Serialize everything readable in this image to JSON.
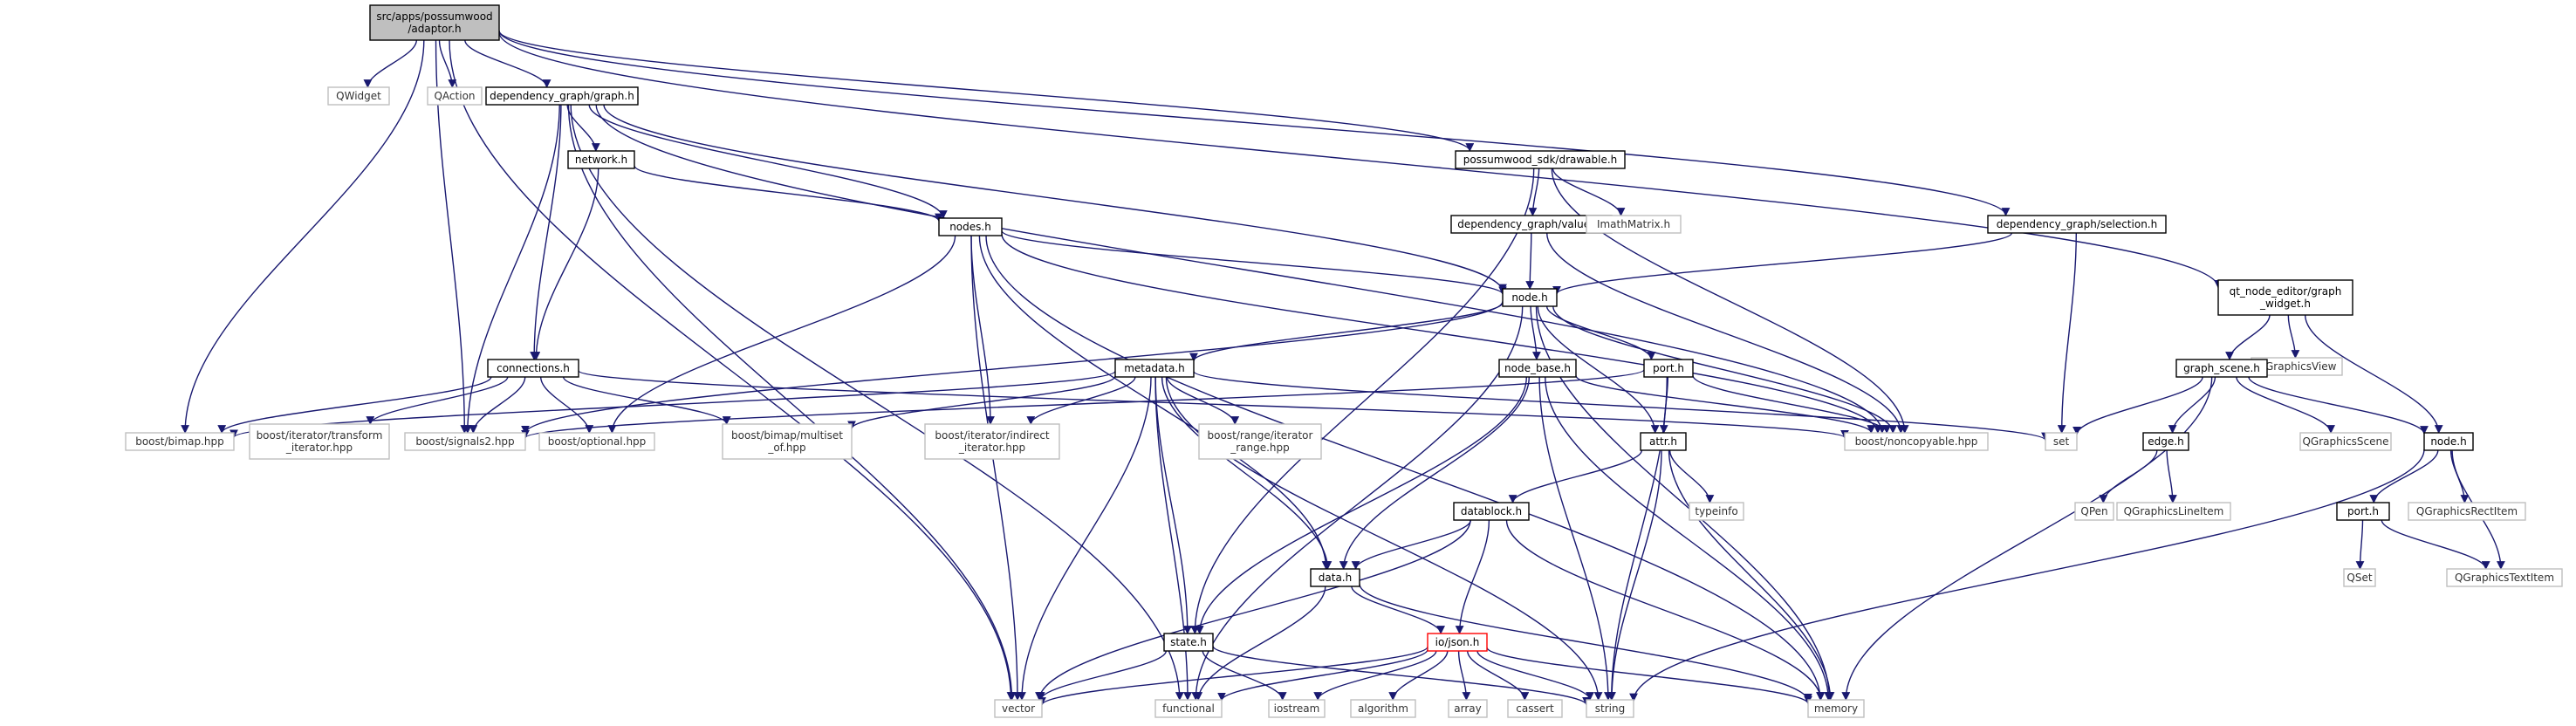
{
  "nodes": [
    {
      "id": "adaptor",
      "lines": [
        "src/apps/possumwood",
        "/adaptor.h"
      ],
      "style": "root"
    },
    {
      "id": "qwidget",
      "lines": [
        "QWidget"
      ],
      "style": "ext"
    },
    {
      "id": "qaction",
      "lines": [
        "QAction"
      ],
      "style": "ext"
    },
    {
      "id": "graph",
      "lines": [
        "dependency_graph/graph.h"
      ],
      "style": "file"
    },
    {
      "id": "drawable",
      "lines": [
        "possumwood_sdk/drawable.h"
      ],
      "style": "file"
    },
    {
      "id": "network",
      "lines": [
        "network.h"
      ],
      "style": "file"
    },
    {
      "id": "values",
      "lines": [
        "dependency_graph/values.h"
      ],
      "style": "file"
    },
    {
      "id": "imath",
      "lines": [
        "ImathMatrix.h"
      ],
      "style": "ext"
    },
    {
      "id": "selection",
      "lines": [
        "dependency_graph/selection.h"
      ],
      "style": "file"
    },
    {
      "id": "nodes",
      "lines": [
        "nodes.h"
      ],
      "style": "file"
    },
    {
      "id": "node",
      "lines": [
        "node.h"
      ],
      "style": "file"
    },
    {
      "id": "qtgraphwidget",
      "lines": [
        "qt_node_editor/graph",
        "_widget.h"
      ],
      "style": "file"
    },
    {
      "id": "connections",
      "lines": [
        "connections.h"
      ],
      "style": "file"
    },
    {
      "id": "metadata",
      "lines": [
        "metadata.h"
      ],
      "style": "file"
    },
    {
      "id": "nodebase",
      "lines": [
        "node_base.h"
      ],
      "style": "file"
    },
    {
      "id": "port",
      "lines": [
        "port.h"
      ],
      "style": "file"
    },
    {
      "id": "qgraphicsview",
      "lines": [
        "QGraphicsView"
      ],
      "style": "ext"
    },
    {
      "id": "graphscene",
      "lines": [
        "graph_scene.h"
      ],
      "style": "file"
    },
    {
      "id": "bimap",
      "lines": [
        "boost/bimap.hpp"
      ],
      "style": "ext"
    },
    {
      "id": "transformit",
      "lines": [
        "boost/iterator/transform",
        "_iterator.hpp"
      ],
      "style": "ext"
    },
    {
      "id": "signals2",
      "lines": [
        "boost/signals2.hpp"
      ],
      "style": "ext"
    },
    {
      "id": "optional",
      "lines": [
        "boost/optional.hpp"
      ],
      "style": "ext"
    },
    {
      "id": "multiset",
      "lines": [
        "boost/bimap/multiset",
        "_of.hpp"
      ],
      "style": "ext"
    },
    {
      "id": "indirectit",
      "lines": [
        "boost/iterator/indirect",
        "_iterator.hpp"
      ],
      "style": "ext"
    },
    {
      "id": "iterrange",
      "lines": [
        "boost/range/iterator",
        "_range.hpp"
      ],
      "style": "ext"
    },
    {
      "id": "noncopyable",
      "lines": [
        "boost/noncopyable.hpp"
      ],
      "style": "ext"
    },
    {
      "id": "set",
      "lines": [
        "set"
      ],
      "style": "ext"
    },
    {
      "id": "attr",
      "lines": [
        "attr.h"
      ],
      "style": "file"
    },
    {
      "id": "edge",
      "lines": [
        "edge.h"
      ],
      "style": "file"
    },
    {
      "id": "qgraphicsscene",
      "lines": [
        "QGraphicsScene"
      ],
      "style": "ext"
    },
    {
      "id": "node2",
      "lines": [
        "node.h"
      ],
      "style": "file"
    },
    {
      "id": "qpen",
      "lines": [
        "QPen"
      ],
      "style": "ext"
    },
    {
      "id": "qlineitem",
      "lines": [
        "QGraphicsLineItem"
      ],
      "style": "ext"
    },
    {
      "id": "typeinfo",
      "lines": [
        "typeinfo"
      ],
      "style": "ext"
    },
    {
      "id": "datablock",
      "lines": [
        "datablock.h"
      ],
      "style": "file"
    },
    {
      "id": "qrectitem",
      "lines": [
        "QGraphicsRectItem"
      ],
      "style": "ext"
    },
    {
      "id": "port2",
      "lines": [
        "port.h"
      ],
      "style": "file"
    },
    {
      "id": "data",
      "lines": [
        "data.h"
      ],
      "style": "file"
    },
    {
      "id": "qset",
      "lines": [
        "QSet"
      ],
      "style": "ext"
    },
    {
      "id": "qtextitem",
      "lines": [
        "QGraphicsTextItem"
      ],
      "style": "ext"
    },
    {
      "id": "state",
      "lines": [
        "state.h"
      ],
      "style": "file"
    },
    {
      "id": "json",
      "lines": [
        "io/json.h"
      ],
      "style": "truncated"
    },
    {
      "id": "vector",
      "lines": [
        "vector"
      ],
      "style": "ext"
    },
    {
      "id": "functional",
      "lines": [
        "functional"
      ],
      "style": "ext"
    },
    {
      "id": "iostream",
      "lines": [
        "iostream"
      ],
      "style": "ext"
    },
    {
      "id": "algorithm",
      "lines": [
        "algorithm"
      ],
      "style": "ext"
    },
    {
      "id": "array",
      "lines": [
        "array"
      ],
      "style": "ext"
    },
    {
      "id": "cassert",
      "lines": [
        "cassert"
      ],
      "style": "ext"
    },
    {
      "id": "string",
      "lines": [
        "string"
      ],
      "style": "ext"
    },
    {
      "id": "memory",
      "lines": [
        "memory"
      ],
      "style": "ext"
    }
  ],
  "edges": [
    [
      "adaptor",
      "qwidget"
    ],
    [
      "adaptor",
      "qaction"
    ],
    [
      "adaptor",
      "graph"
    ],
    [
      "adaptor",
      "drawable"
    ],
    [
      "adaptor",
      "selection"
    ],
    [
      "adaptor",
      "qtgraphwidget"
    ],
    [
      "adaptor",
      "bimap"
    ],
    [
      "adaptor",
      "signals2"
    ],
    [
      "adaptor",
      "vector"
    ],
    [
      "graph",
      "network"
    ],
    [
      "graph",
      "nodes"
    ],
    [
      "graph",
      "node"
    ],
    [
      "graph",
      "connections"
    ],
    [
      "graph",
      "signals2"
    ],
    [
      "graph",
      "noncopyable"
    ],
    [
      "graph",
      "vector"
    ],
    [
      "graph",
      "functional"
    ],
    [
      "drawable",
      "values"
    ],
    [
      "drawable",
      "imath"
    ],
    [
      "drawable",
      "noncopyable"
    ],
    [
      "drawable",
      "state"
    ],
    [
      "network",
      "nodes"
    ],
    [
      "network",
      "connections"
    ],
    [
      "values",
      "node"
    ],
    [
      "values",
      "noncopyable"
    ],
    [
      "selection",
      "node"
    ],
    [
      "selection",
      "set"
    ],
    [
      "nodes",
      "node"
    ],
    [
      "nodes",
      "indirectit"
    ],
    [
      "nodes",
      "optional"
    ],
    [
      "nodes",
      "vector"
    ],
    [
      "nodes",
      "data"
    ],
    [
      "nodes",
      "noncopyable"
    ],
    [
      "nodes",
      "memory"
    ],
    [
      "node",
      "metadata"
    ],
    [
      "node",
      "nodebase"
    ],
    [
      "node",
      "port"
    ],
    [
      "node",
      "attr"
    ],
    [
      "node",
      "noncopyable"
    ],
    [
      "node",
      "memory"
    ],
    [
      "node",
      "functional"
    ],
    [
      "node",
      "signals2"
    ],
    [
      "qtgraphwidget",
      "qgraphicsview"
    ],
    [
      "qtgraphwidget",
      "graphscene"
    ],
    [
      "qtgraphwidget",
      "node2"
    ],
    [
      "connections",
      "bimap"
    ],
    [
      "connections",
      "transformit"
    ],
    [
      "connections",
      "signals2"
    ],
    [
      "connections",
      "optional"
    ],
    [
      "connections",
      "multiset"
    ],
    [
      "connections",
      "noncopyable"
    ],
    [
      "metadata",
      "bimap"
    ],
    [
      "metadata",
      "multiset"
    ],
    [
      "metadata",
      "indirectit"
    ],
    [
      "metadata",
      "iterrange"
    ],
    [
      "metadata",
      "data"
    ],
    [
      "metadata",
      "state"
    ],
    [
      "metadata",
      "vector"
    ],
    [
      "metadata",
      "functional"
    ],
    [
      "metadata",
      "string"
    ],
    [
      "metadata",
      "set"
    ],
    [
      "nodebase",
      "noncopyable"
    ],
    [
      "nodebase",
      "state"
    ],
    [
      "nodebase",
      "data"
    ],
    [
      "nodebase",
      "string"
    ],
    [
      "nodebase",
      "memory"
    ],
    [
      "port",
      "attr"
    ],
    [
      "port",
      "noncopyable"
    ],
    [
      "port",
      "signals2"
    ],
    [
      "port",
      "string"
    ],
    [
      "graphscene",
      "set"
    ],
    [
      "graphscene",
      "edge"
    ],
    [
      "graphscene",
      "qgraphicsscene"
    ],
    [
      "graphscene",
      "node2"
    ],
    [
      "graphscene",
      "memory"
    ],
    [
      "attr",
      "datablock"
    ],
    [
      "attr",
      "typeinfo"
    ],
    [
      "attr",
      "string"
    ],
    [
      "attr",
      "memory"
    ],
    [
      "edge",
      "qpen"
    ],
    [
      "edge",
      "qlineitem"
    ],
    [
      "node2",
      "qrectitem"
    ],
    [
      "node2",
      "port2"
    ],
    [
      "node2",
      "qtextitem"
    ],
    [
      "node2",
      "string"
    ],
    [
      "datablock",
      "data"
    ],
    [
      "datablock",
      "json"
    ],
    [
      "datablock",
      "vector"
    ],
    [
      "datablock",
      "memory"
    ],
    [
      "port2",
      "qset"
    ],
    [
      "port2",
      "qtextitem"
    ],
    [
      "data",
      "json"
    ],
    [
      "data",
      "functional"
    ],
    [
      "data",
      "memory"
    ],
    [
      "state",
      "vector"
    ],
    [
      "state",
      "iostream"
    ],
    [
      "state",
      "string"
    ],
    [
      "json",
      "vector"
    ],
    [
      "json",
      "functional"
    ],
    [
      "json",
      "iostream"
    ],
    [
      "json",
      "algorithm"
    ],
    [
      "json",
      "array"
    ],
    [
      "json",
      "cassert"
    ],
    [
      "json",
      "string"
    ],
    [
      "json",
      "memory"
    ]
  ],
  "colors": {
    "edge": "#191970",
    "file_border": "#000000",
    "ext_border": "#bfbfbf",
    "root_fill": "#bfbfbf",
    "truncated_border": "#ff0000"
  }
}
